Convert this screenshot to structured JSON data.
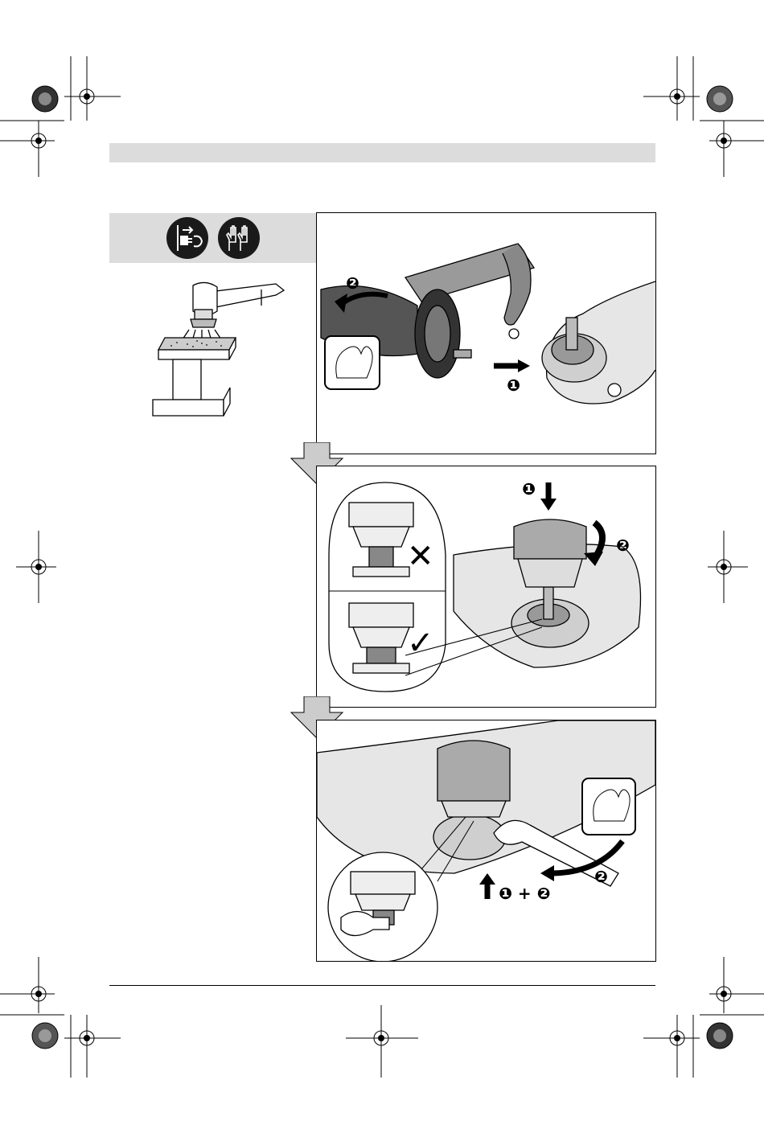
{
  "page": {
    "background": "#ffffff",
    "header_bar_color": "#dcdcdc"
  },
  "safety_icons": [
    {
      "icon": "unplug-icon"
    },
    {
      "icon": "gloves-icon"
    }
  ],
  "illustration": {
    "usage_icon": "grinder-cup-brush-on-steel-beam-icon"
  },
  "panels": [
    {
      "step_marks": [
        {
          "glyph": "❷",
          "meaning": "rotate handle"
        },
        {
          "glyph": "❶",
          "meaning": "pull guard"
        }
      ]
    },
    {
      "step_marks": [
        {
          "glyph": "❶",
          "meaning": "place brush"
        },
        {
          "glyph": "❷",
          "meaning": "screw on"
        }
      ],
      "wrong_mark": "✕",
      "right_mark": "✓"
    },
    {
      "step_marks": [
        {
          "glyph": "❷",
          "meaning": "wrench turn"
        }
      ],
      "combo_label": "❶ + ❷"
    }
  ]
}
